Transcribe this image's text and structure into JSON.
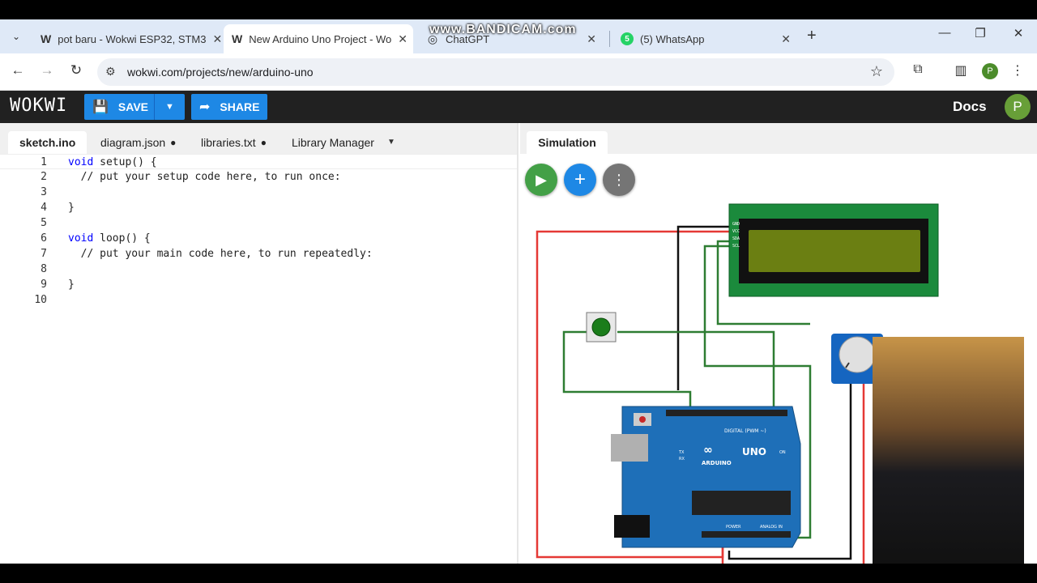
{
  "browser": {
    "tabs": [
      {
        "title": "pot baru - Wokwi ESP32, STM3",
        "favicon": "W"
      },
      {
        "title": "New Arduino Uno Project - Wo",
        "favicon": "W"
      },
      {
        "title": "ChatGPT",
        "favicon": "◎"
      },
      {
        "title": "(5) WhatsApp",
        "favicon": "5"
      }
    ],
    "url": "wokwi.com/projects/new/arduino-uno",
    "profile_initial": "P"
  },
  "watermark": "www.BANDICAM.com",
  "wokwi": {
    "logo": "WOKWI",
    "save_label": "SAVE",
    "share_label": "SHARE",
    "docs_label": "Docs",
    "avatar_initial": "P"
  },
  "editor": {
    "tabs": [
      "sketch.ino",
      "diagram.json",
      "libraries.txt",
      "Library Manager"
    ],
    "modified_dot": "●",
    "lines": [
      {
        "num": "1"
      },
      {
        "num": "2"
      },
      {
        "num": "3"
      },
      {
        "num": "4"
      },
      {
        "num": "5"
      },
      {
        "num": "6"
      },
      {
        "num": "7"
      },
      {
        "num": "8"
      },
      {
        "num": "9"
      },
      {
        "num": "10"
      }
    ],
    "code": {
      "l1_kw": "void",
      "l1_rest": " setup() {",
      "l2": "  // put your setup code here, to run once:",
      "l4": "}",
      "l6_kw": "void",
      "l6_rest": " loop() {",
      "l7": "  // put your main code here, to run repeatedly:",
      "l9": "}"
    }
  },
  "simulation": {
    "tab_label": "Simulation",
    "board": {
      "brand": "ARDUINO",
      "model": "UNO",
      "digital_label": "DIGITAL (PWM ~)",
      "analog_label": "ANALOG IN",
      "power_label": "POWER",
      "on_label": "ON",
      "tx_label": "TX",
      "rx_label": "RX"
    },
    "lcd_pins": [
      "GND",
      "VCC",
      "SDA",
      "SCL"
    ]
  },
  "colors": {
    "accent": "#1e88e5",
    "run": "#43a047",
    "wire_red": "#e53935",
    "wire_green": "#2e7d32",
    "wire_black": "#111111",
    "lcd_frame": "#1b8a3c",
    "lcd_screen": "#6b7f12"
  }
}
